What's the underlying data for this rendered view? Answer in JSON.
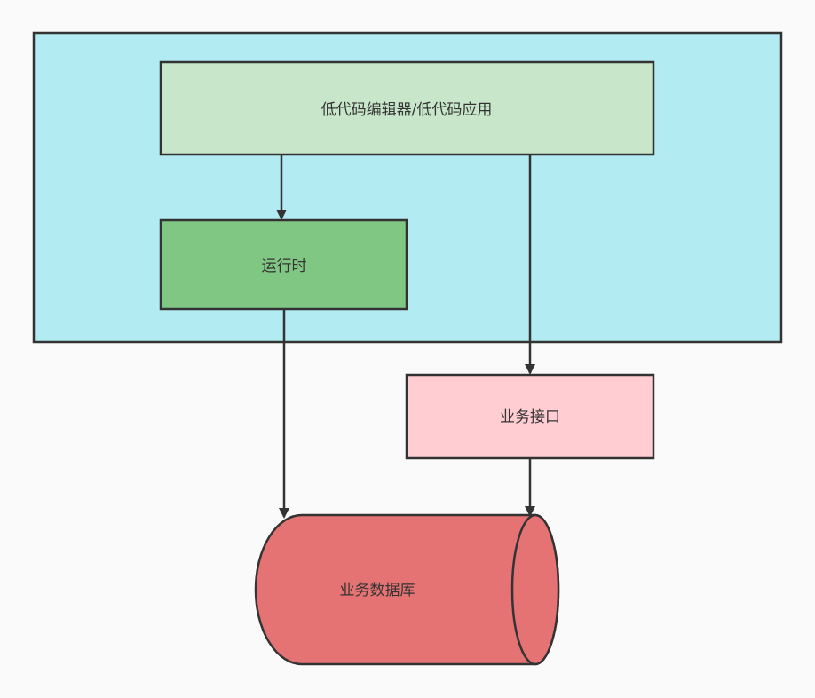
{
  "nodes": {
    "editor": {
      "label": "低代码编辑器/低代码应用"
    },
    "runtime": {
      "label": "运行时"
    },
    "api": {
      "label": "业务接口"
    },
    "database": {
      "label": "业务数据库"
    }
  },
  "colors": {
    "background": "#fafafa",
    "container": "#b2ebf2",
    "editor": "#c8e6c9",
    "runtime": "#81c784",
    "api": "#ffcdd2",
    "database": "#e57373",
    "stroke": "#333333"
  }
}
